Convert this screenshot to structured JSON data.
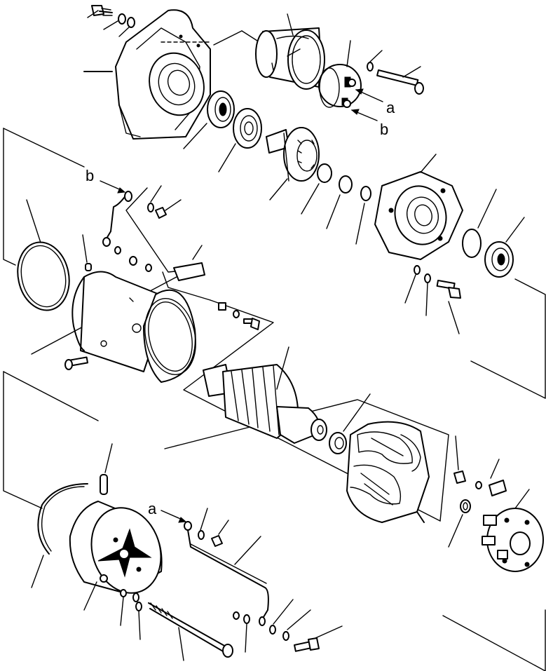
{
  "callouts": {
    "a_top": "a",
    "b_top": "b",
    "b_left": "b",
    "a_bottom": "a"
  },
  "icons": [
    "arrow-icon"
  ]
}
